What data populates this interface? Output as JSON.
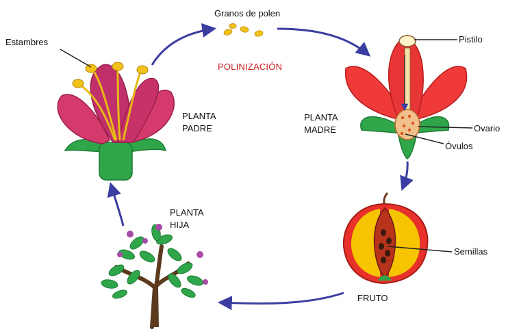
{
  "labels": {
    "pollen_grains": "Granos de polen",
    "pollination": "POLINIZACIÓN",
    "stamens": "Estambres",
    "pistil": "Pistilo",
    "ovary": "Ovario",
    "ovules": "Óvulos",
    "seeds": "Semillas",
    "fruit": "FRUTO",
    "father_plant_line1": "PLANTA",
    "father_plant_line2": "PADRE",
    "mother_plant_line1": "PLANTA",
    "mother_plant_line2": "MADRE",
    "child_plant_line1": "PLANTA",
    "child_plant_line2": "HIJA"
  },
  "colors": {
    "arrow": "#3b3ea0",
    "pollination_text": "#cc1f1f",
    "petal_magenta": "#d43a6b",
    "petal_red": "#f03a3a",
    "leaf_green": "#2fa64a",
    "pollen_yellow": "#f0c21a",
    "fruit_yellow": "#f6c400",
    "fruit_red": "#e8312a",
    "trunk_brown": "#5b3a1e"
  },
  "icons": [
    "father-flower",
    "mother-flower",
    "pollen-grains",
    "fruit",
    "child-tree"
  ]
}
